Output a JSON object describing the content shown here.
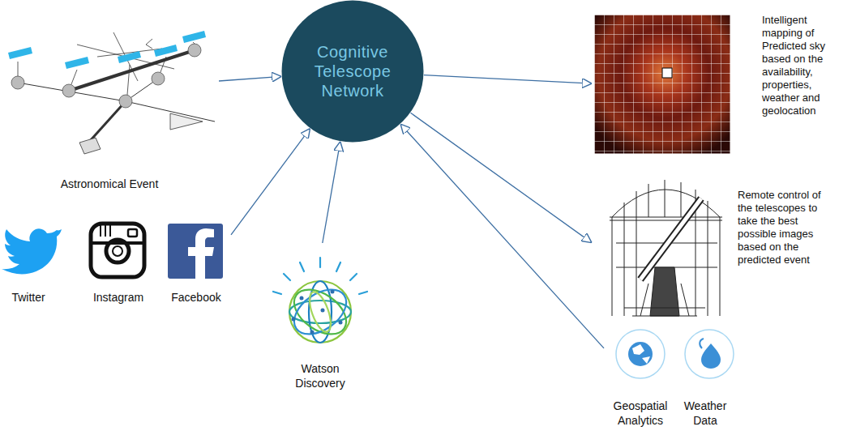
{
  "diagram": {
    "nodes": [
      {
        "text": [
          "Cognitive Telescope Network"
        ]
      },
      {
        "text": [
          "Astronomical Event"
        ]
      },
      {
        "text": [
          "Twitter",
          "Instagram",
          "Facebook"
        ]
      },
      {
        "text": [
          "Watson Discovery"
        ]
      },
      {
        "text": [
          "Intelligent mapping of Predicted sky based on the availability, properties, weather and geolocation"
        ]
      },
      {
        "text": [
          "Remote control of the telescopes to take the best possible images based on the predicted event"
        ]
      },
      {
        "text": [
          "Geospatial Analytics",
          "Weather Data"
        ]
      }
    ],
    "edges": [
      {
        "from": 1,
        "to": 0,
        "arrow": "to"
      },
      {
        "from": 2,
        "to": 0,
        "arrow": "to"
      },
      {
        "from": 3,
        "to": 0,
        "arrow": "to"
      },
      {
        "from": 0,
        "to": 4,
        "arrow": "to"
      },
      {
        "from": 0,
        "to": 5,
        "arrow": "to"
      },
      {
        "from": 6,
        "to": 0,
        "arrow": "to"
      }
    ]
  }
}
